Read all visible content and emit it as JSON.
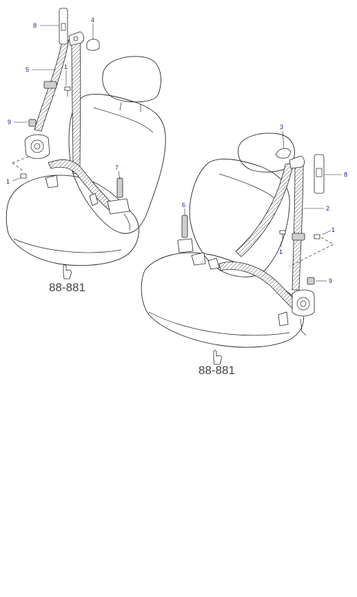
{
  "left_assembly": {
    "callouts": {
      "c8": "8",
      "c4": "4",
      "c5": "5",
      "c1_upper": "1",
      "c9": "9",
      "c1_lower": "1",
      "c7": "7"
    },
    "reference": "88-881"
  },
  "right_assembly": {
    "callouts": {
      "c3": "3",
      "c8": "8",
      "c6": "6",
      "c2": "2",
      "c1_right": "1",
      "c1_mid": "1",
      "c9": "9"
    },
    "reference": "88-881"
  },
  "colors": {
    "callout_text": "#1a1aa6",
    "line_art": "#222222",
    "reference_text": "#444444"
  },
  "icons": [
    "hand-pointer-icon"
  ]
}
